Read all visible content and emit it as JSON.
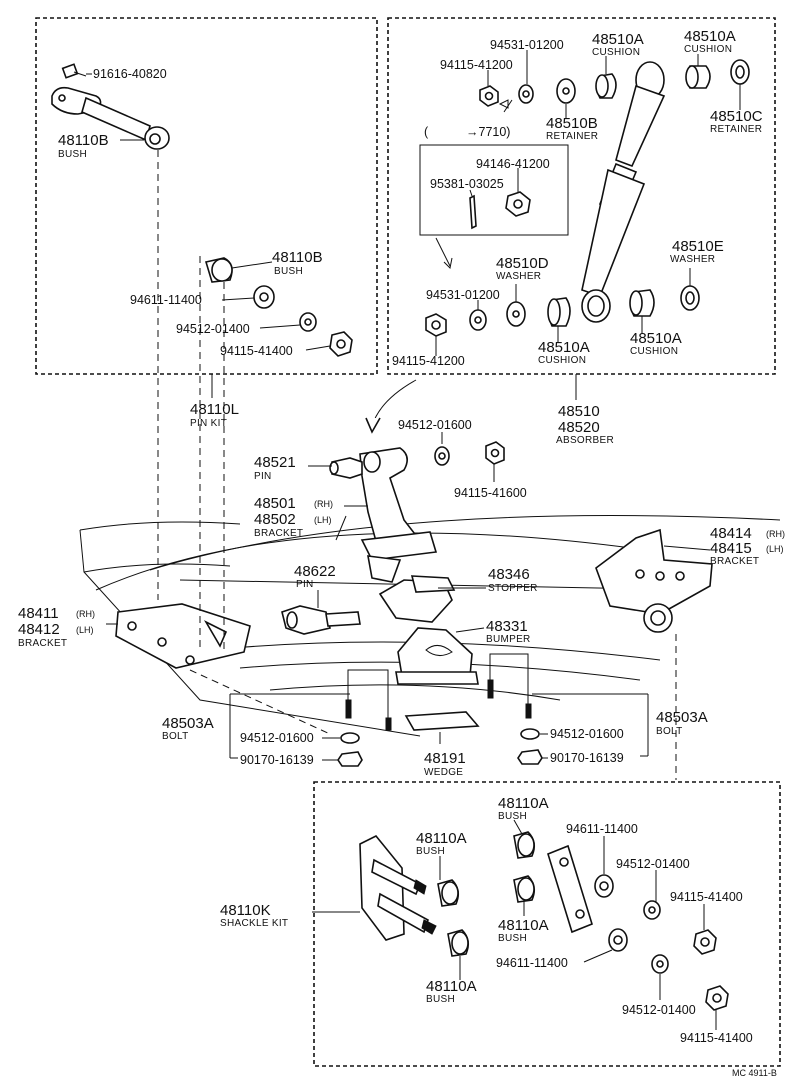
{
  "labels": {
    "p91616": "91616-40820",
    "p48110B_a": "48110B",
    "bush_a": "BUSH",
    "p48110B_b": "48110B",
    "bush_b": "BUSH",
    "p94611_a": "94611-11400",
    "p94512_a": "94512-01400",
    "p94115_a": "94115-41400",
    "p48110L": "48110L",
    "pin_kit": "PIN KIT",
    "p94531_a": "94531-01200",
    "p94115_b": "94115-41200",
    "p48510A_a": "48510A",
    "cushion_a": "CUSHION",
    "p48510A_b": "48510A",
    "cushion_b": "CUSHION",
    "p48510B": "48510B",
    "retainer_a": "RETAINER",
    "p48510C": "48510C",
    "retainer_b": "RETAINER",
    "paren_open": "(",
    "p7710": "→7710)",
    "p94146": "94146-41200",
    "p95381": "95381-03025",
    "p48510D": "48510D",
    "washer_a": "WASHER",
    "p48510E": "48510E",
    "washer_b": "WASHER",
    "p94531_b": "94531-01200",
    "p94115_c": "94115-41200",
    "p48510A_c": "48510A",
    "cushion_c": "CUSHION",
    "p48510A_d": "48510A",
    "cushion_d": "CUSHION",
    "p48510": "48510",
    "p48520": "48520",
    "absorber": "ABSORBER",
    "p94512_b": "94512-01600",
    "p94115_d": "94115-41600",
    "p48521": "48521",
    "pin_a": "PIN",
    "p48501": "48501",
    "rh_a": "(RH)",
    "p48502": "48502",
    "lh_a": "(LH)",
    "bracket_a": "BRACKET",
    "p48414": "48414",
    "rh_b": "(RH)",
    "p48415": "48415",
    "lh_b": "(LH)",
    "bracket_b": "BRACKET",
    "p48622": "48622",
    "pin_b": "PIN",
    "p48346": "48346",
    "stopper": "STOPPER",
    "p48411": "48411",
    "rh_c": "(RH)",
    "p48412": "48412",
    "lh_c": "(LH)",
    "bracket_c": "BRACKET",
    "p48331": "48331",
    "bumper": "BUMPER",
    "p48503A_a": "48503A",
    "bolt_a": "BOLT",
    "p94512_c": "94512-01600",
    "p90170_a": "90170-16139",
    "p48191": "48191",
    "wedge": "WEDGE",
    "p94512_d": "94512-01600",
    "p48503A_b": "48503A",
    "bolt_b": "BOLT",
    "p90170_b": "90170-16139",
    "p48110A_a": "48110A",
    "bush_c": "BUSH",
    "p48110A_b": "48110A",
    "bush_d": "BUSH",
    "p94611_b": "94611-11400",
    "p94512_e": "94512-01400",
    "p48110K": "48110K",
    "shackle_kit": "SHACKLE KIT",
    "p94115_e": "94115-41400",
    "p48110A_c": "48110A",
    "bush_e": "BUSH",
    "p94611_c": "94611-11400",
    "p48110A_d": "48110A",
    "bush_f": "BUSH",
    "p94512_f": "94512-01400",
    "p94115_f": "94115-41400",
    "ref": "MC 4911-B"
  },
  "colors": {
    "ink": "#111111",
    "paper": "#ffffff"
  }
}
